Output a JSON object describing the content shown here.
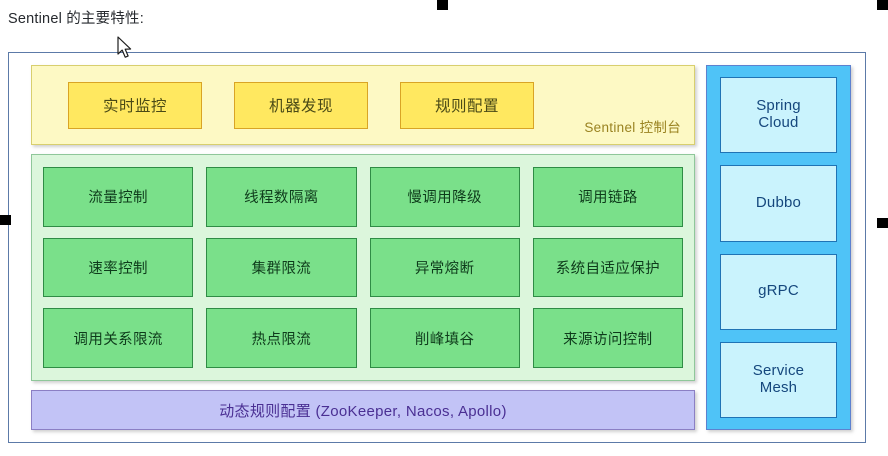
{
  "page": {
    "title": "Sentinel 的主要特性:"
  },
  "diagram": {
    "console": {
      "caption": "Sentinel 控制台",
      "items": [
        {
          "label": "实时监控"
        },
        {
          "label": "机器发现"
        },
        {
          "label": "规则配置"
        }
      ]
    },
    "core_features": {
      "cells": [
        {
          "label": "流量控制"
        },
        {
          "label": "线程数隔离"
        },
        {
          "label": "慢调用降级"
        },
        {
          "label": "调用链路"
        },
        {
          "label": "速率控制"
        },
        {
          "label": "集群限流"
        },
        {
          "label": "异常熔断"
        },
        {
          "label": "系统自适应保护"
        },
        {
          "label": "调用关系限流"
        },
        {
          "label": "热点限流"
        },
        {
          "label": "削峰填谷"
        },
        {
          "label": "来源访问控制"
        }
      ]
    },
    "dynamic_rules": {
      "label": "动态规则配置 (ZooKeeper, Nacos, Apollo)"
    },
    "adapters": {
      "items": [
        {
          "label": "Spring\nCloud"
        },
        {
          "label": "Dubbo"
        },
        {
          "label": "gRPC"
        },
        {
          "label": "Service\nMesh"
        }
      ]
    }
  },
  "colors": {
    "console_bg": "#fdf9c4",
    "console_chip": "#ffe860",
    "console_border": "#d9a425",
    "core_bg": "#dcf6dc",
    "core_cell": "#7ae08a",
    "core_border": "#2f8c45",
    "rules_bg": "#c2c3f6",
    "rules_text": "#4a2f93",
    "adapter_bg": "#4fc3f7",
    "adapter_cell": "#caf3fd",
    "adapter_border": "#1f73b5",
    "frame_border": "#5c7aa8"
  },
  "icons": {
    "cursor": "mouse-pointer-icon"
  }
}
